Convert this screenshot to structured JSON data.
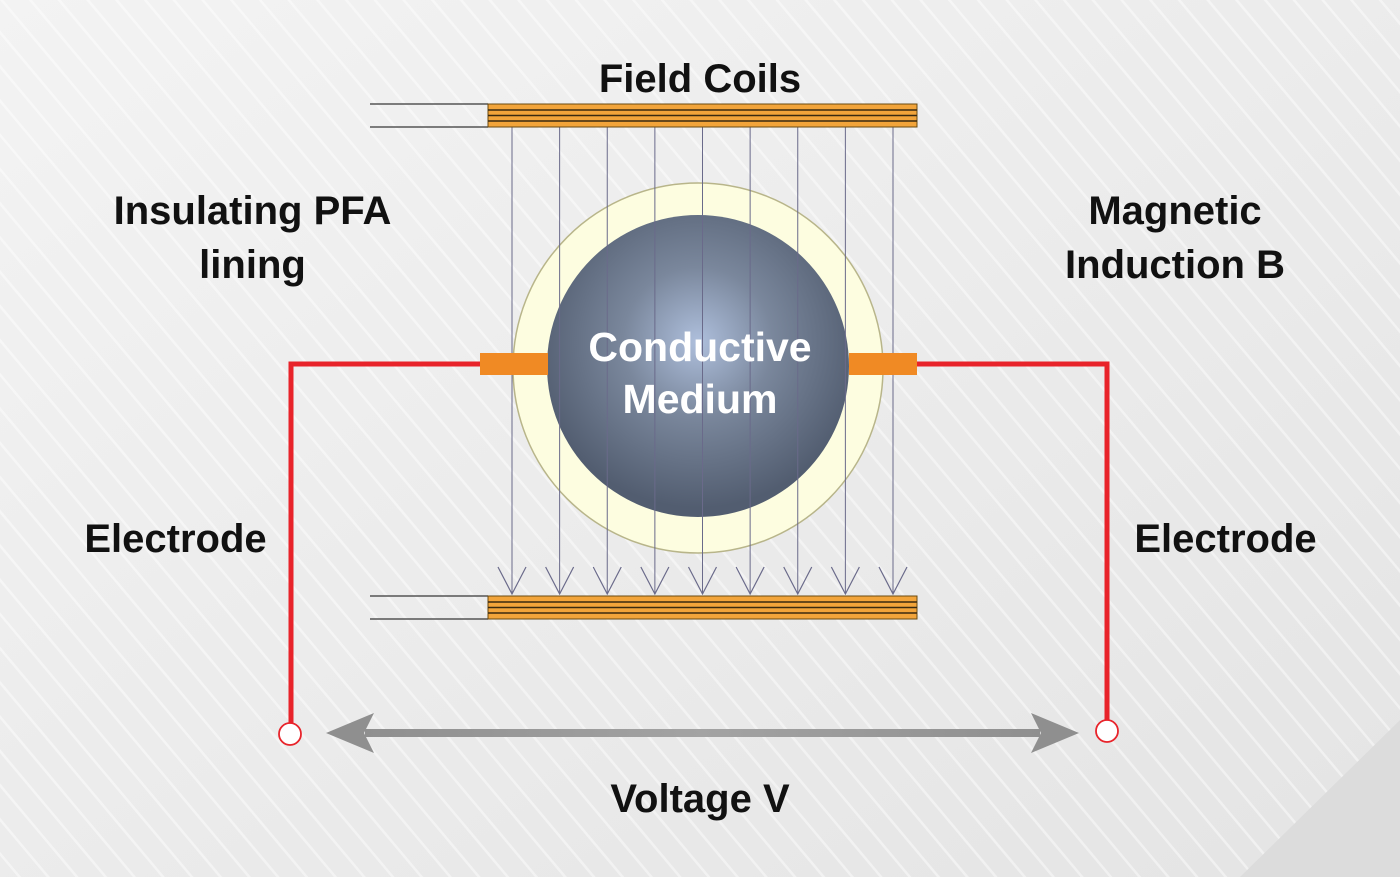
{
  "labels": {
    "field_coils": "Field Coils",
    "lining_line1": "Insulating PFA",
    "lining_line2": "lining",
    "magnetic_line1": "Magnetic",
    "magnetic_line2": "Induction B",
    "medium_line1": "Conductive",
    "medium_line2": "Medium",
    "electrode_left": "Electrode",
    "electrode_right": "Electrode",
    "voltage": "Voltage V"
  },
  "colors": {
    "background": "#ececec",
    "coil": "#f2a43a",
    "coil_stripe": "#3a2a10",
    "lining": "#fdfde0",
    "medium": "#5e6b80",
    "electrode": "#f08a24",
    "wire": "#e8232a",
    "field_lines": "#6a6a8a",
    "voltage_arrow": "#909090"
  },
  "field_line_count": 9
}
